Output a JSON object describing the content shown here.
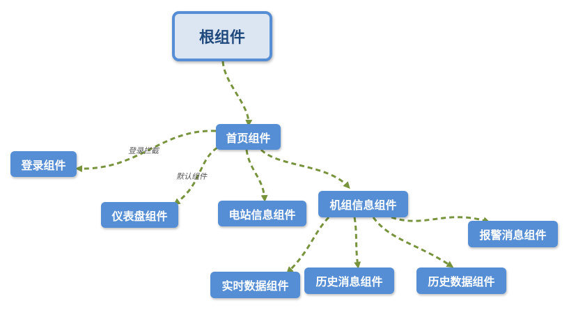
{
  "diagram": {
    "edge_color": "#77933c",
    "node_color": "#558ed5",
    "root_fill": "#dce6f2",
    "root_text_color": "#1f497d",
    "nodes": {
      "root": "根组件",
      "home": "首页组件",
      "login": "登录组件",
      "dashboard": "仪表盘组件",
      "station": "电站信息组件",
      "unit": "机组信息组件",
      "alarm": "报警消息组件",
      "realtime": "实时数据组件",
      "history_msg": "历史消息组件",
      "history_data": "历史数据组件"
    },
    "edge_labels": {
      "login_intercept": "登录拦截",
      "default_component": "默认组件"
    }
  }
}
